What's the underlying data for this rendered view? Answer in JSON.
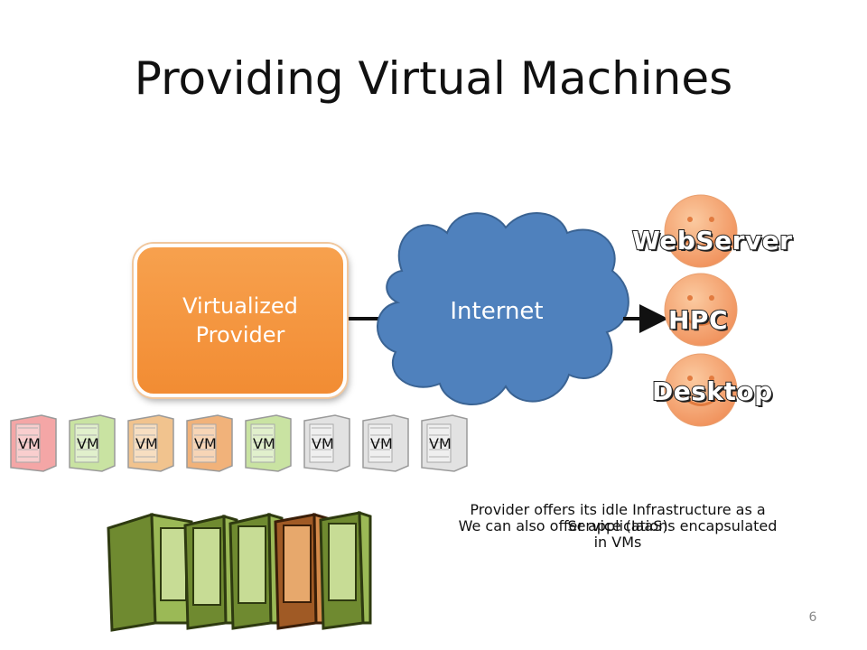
{
  "title": "Providing Virtual Machines",
  "provider_label": "Virtualized Provider",
  "internet_label": "Internet",
  "clients": [
    {
      "label": "WebServer"
    },
    {
      "label": "HPC"
    },
    {
      "label": "Desktop"
    }
  ],
  "vms": [
    {
      "label": "VM",
      "color": "#f4a6a6"
    },
    {
      "label": "VM",
      "color": "#c9e3a2"
    },
    {
      "label": "VM",
      "color": "#f1c38e"
    },
    {
      "label": "VM",
      "color": "#f1b27a"
    },
    {
      "label": "VM",
      "color": "#c9e3a2"
    },
    {
      "label": "VM",
      "color": "#e2e2e2"
    },
    {
      "label": "VM",
      "color": "#e2e2e2"
    },
    {
      "label": "VM",
      "color": "#e2e2e2"
    }
  ],
  "caption_1": "Provider offers its idle Infrastructure as a Service (IaaS)",
  "caption_2": "We can also offer applications encapsulated in VMs",
  "page_number": "6",
  "colors": {
    "provider": "#f28c33",
    "cloud": "#4f81bd",
    "client": "#f7a56a",
    "server_green": "#7e9a3a",
    "server_orange": "#b8692c"
  }
}
